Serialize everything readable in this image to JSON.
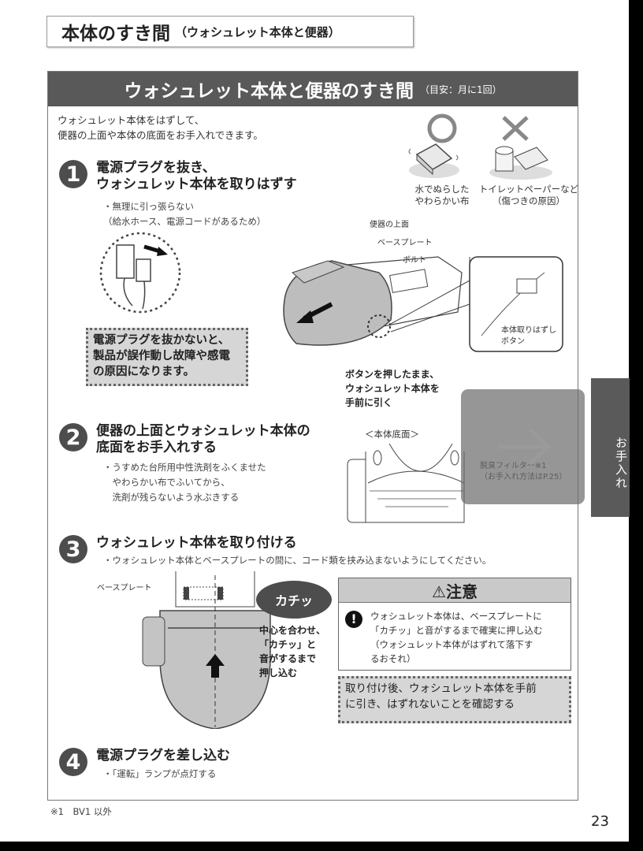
{
  "page_title": {
    "main": "本体のすき間",
    "sub": "（ウォシュレット本体と便器）"
  },
  "section": {
    "banner_title": "ウォシュレット本体と便器のすき間",
    "banner_sub": "（目安：月に1回）",
    "intro": [
      "ウォシュレット本体をはずして、",
      "便器の上面や本体の底面をお手入れできます。"
    ],
    "good_item": {
      "symbol": "○",
      "caption": [
        "水でぬらした",
        "やわらかい布"
      ]
    },
    "bad_item": {
      "symbol": "×",
      "caption": [
        "トイレットペーパーなど",
        "（傷つきの原因）"
      ]
    }
  },
  "steps": [
    {
      "number": "1",
      "title": [
        "電源プラグを抜き、",
        "ウォシュレット本体を取りはずす"
      ],
      "notes": [
        "・無理に引っ張らない",
        "（給水ホース、電源コードがあるため）"
      ],
      "warning": [
        "電源プラグを抜かないと、",
        "製品が誤作動し故障や感電",
        "の原因になります。"
      ],
      "labels": {
        "toilet_top": "便器の上面",
        "base_plate": "ベースプレート",
        "bolt": "ボルト",
        "release_button": [
          "本体取りはずし",
          "ボタン"
        ],
        "instruction": [
          "ボタンを押したまま、",
          "ウォシュレット本体を",
          "手前に引く"
        ]
      }
    },
    {
      "number": "2",
      "title": [
        "便器の上面とウォシュレット本体の",
        "底面をお手入れする"
      ],
      "notes": [
        "・うすめた台所用中性洗剤をふくませた",
        "　やわらかい布でふいてから、",
        "　洗剤が残らないよう水ぶきする"
      ],
      "labels": {
        "bottom_view": "＜本体底面＞",
        "filter": "脱臭フィルター※1",
        "filter_ref": "（お手入れ方法はP.25）"
      }
    },
    {
      "number": "3",
      "title": [
        "ウォシュレット本体を取り付ける"
      ],
      "notes": [
        "・ウォシュレット本体とベースプレートの間に、コード類を挟み込まないようにしてください。"
      ],
      "labels": {
        "base_plate": "ベースプレート",
        "click_bubble": "カチッ",
        "instruction": [
          "中心を合わせ、",
          "「カチッ」と",
          "音がするまで",
          "押し込む"
        ]
      },
      "caution": {
        "title": "⚠注意",
        "body": [
          "ウォシュレット本体は、ベースプレートに",
          "「カチッ」と音がするまで確実に押し込む"
        ],
        "reason": [
          "（ウォシュレット本体がはずれて落下す",
          "るおそれ）"
        ]
      },
      "check": [
        "取り付け後、ウォシュレット本体を手前",
        "に引き、はずれないことを確認する"
      ]
    },
    {
      "number": "4",
      "title": [
        "電源プラグを差し込む"
      ],
      "notes": [
        "・「運転」ランプが点灯する"
      ]
    }
  ],
  "side_tab": {
    "label": "お手入れ"
  },
  "next_button": {
    "icon": "arrow-right-icon"
  },
  "footnote": "※1　BV1 以外",
  "page_number": "23",
  "colors": {
    "banner": "#595959",
    "step_circle": "#4d4d4d",
    "warning_fill": "#d6d6d6",
    "caution_head": "#c9c9c9",
    "side_tab": "#5a5a5a"
  }
}
